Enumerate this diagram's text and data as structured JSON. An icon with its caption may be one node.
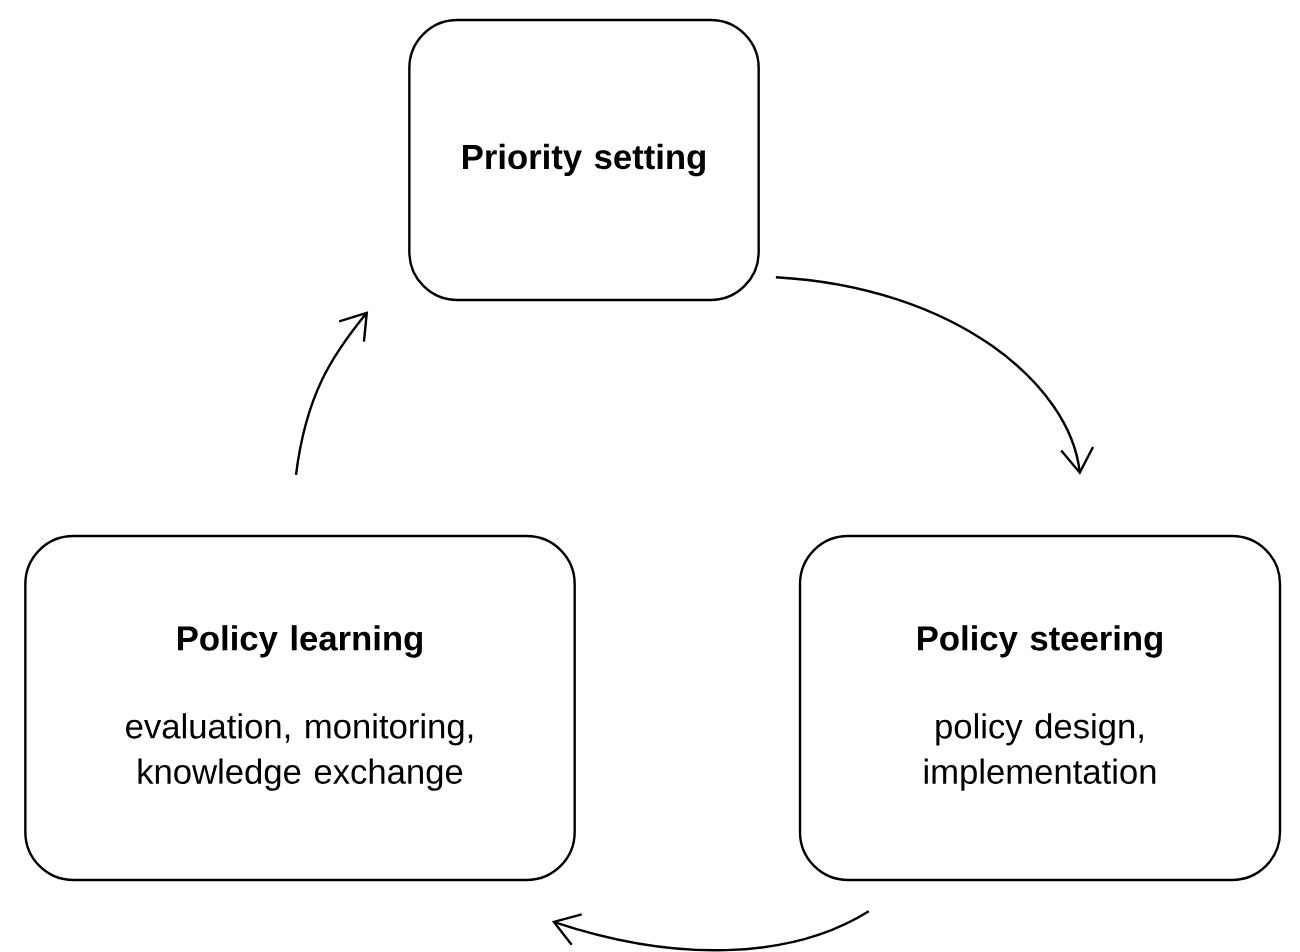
{
  "diagram": {
    "nodes": [
      {
        "text": [
          "Priority setting"
        ]
      },
      {
        "text": [
          "Policy steering",
          "policy design, implementation"
        ]
      },
      {
        "text": [
          "Policy learning",
          "evaluation, monitoring, knowledge exchange"
        ]
      }
    ],
    "edges": [
      {
        "from": 0,
        "to": 1,
        "arrow": "to"
      },
      {
        "from": 1,
        "to": 2,
        "arrow": "to"
      },
      {
        "from": 2,
        "to": 0,
        "arrow": "to"
      }
    ]
  }
}
